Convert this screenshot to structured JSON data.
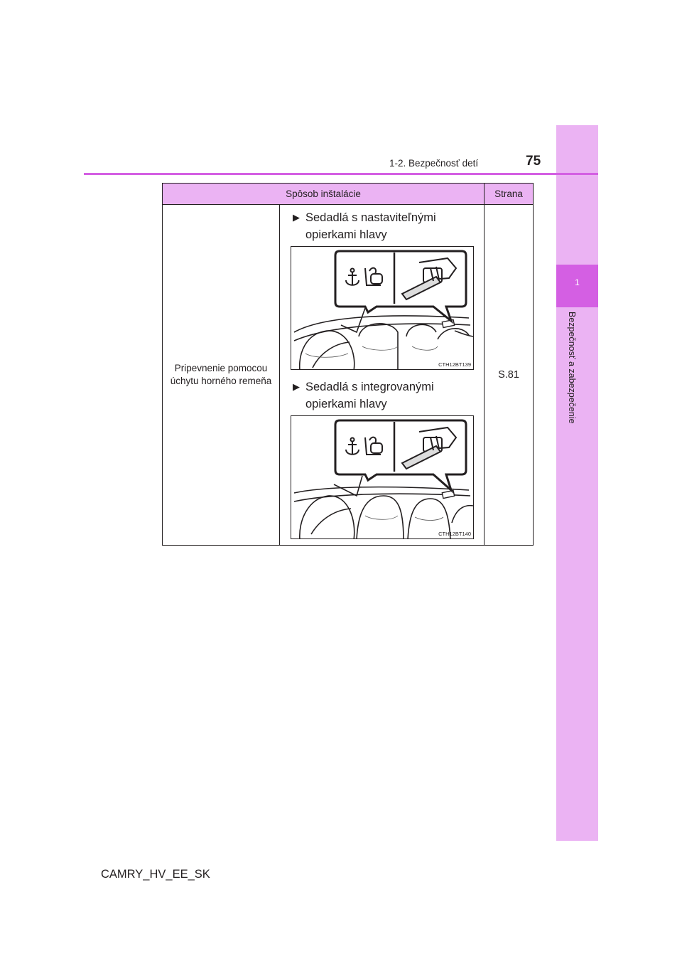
{
  "header": {
    "section_title": "1-2. Bezpečnosť detí",
    "page_number": "75"
  },
  "side_tab": {
    "number": "1",
    "label": "Bezpečnosť a zabezpečenie"
  },
  "table": {
    "headers": [
      "Spôsob inštalácie",
      "Strana"
    ],
    "method": "Pripevnenie pomocou úchytu horného remeňa",
    "page_ref": "S.81",
    "items": [
      {
        "label": "Sedadlá s nastaviteľnými opierkami hlavy",
        "figure_code": "CTH12BT139"
      },
      {
        "label": "Sedadlá s integrovanými opierkami hlavy",
        "figure_code": "CTH12BT140"
      }
    ]
  },
  "footer": {
    "model_code": "CAMRY_HV_EE_SK"
  },
  "colors": {
    "accent": "#d45fe3",
    "accent_light": "#ebb3f3"
  }
}
